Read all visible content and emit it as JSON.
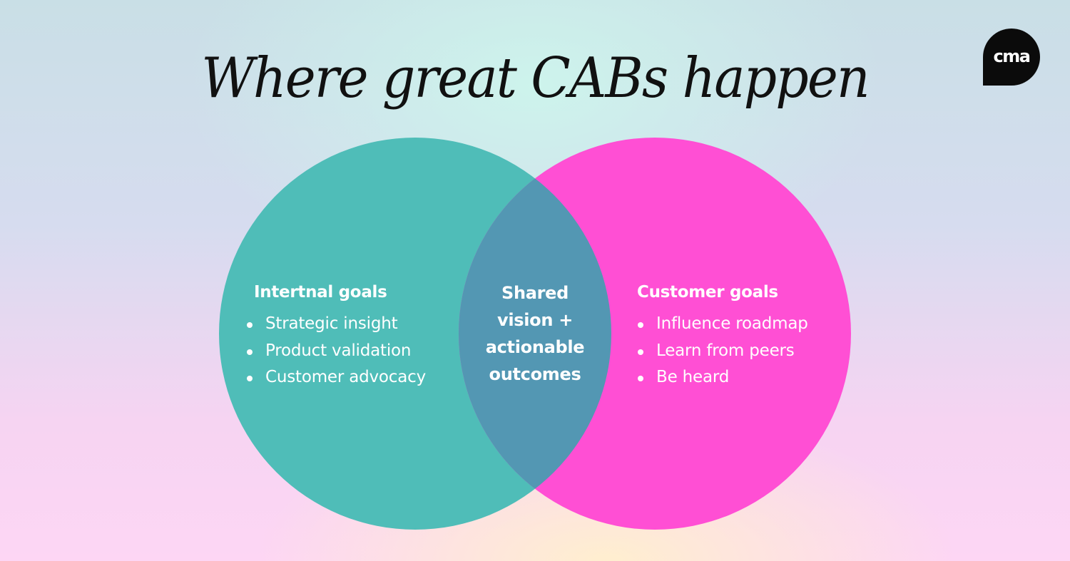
{
  "title": "Where great CABs happen",
  "logo": {
    "text": "cma",
    "icon": "cma-logo-speech-bubble"
  },
  "colors": {
    "left_circle": "#4fbdb8",
    "right_circle": "#ff4fd4",
    "overlap": "#5397b3",
    "text": "#ffffff",
    "title": "#111111"
  },
  "venn": {
    "left": {
      "heading": "Intertnal goals",
      "items": [
        "Strategic insight",
        "Product validation",
        "Customer advocacy"
      ]
    },
    "overlap": {
      "lines": [
        "Shared",
        "vision +",
        "actionable",
        "outcomes"
      ]
    },
    "right": {
      "heading": "Customer goals",
      "items": [
        "Influence roadmap",
        "Learn from peers",
        "Be heard"
      ]
    }
  }
}
